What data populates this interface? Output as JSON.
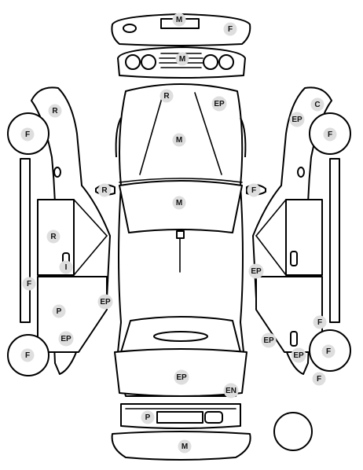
{
  "colors": {
    "line": "#000000",
    "badge": "#dedede",
    "badge_text": "#111111",
    "background": "#ffffff"
  },
  "markers": [
    {
      "label": "M"
    },
    {
      "label": "F"
    },
    {
      "label": "M"
    },
    {
      "label": "R"
    },
    {
      "label": "EP"
    },
    {
      "label": "M"
    },
    {
      "label": "R"
    },
    {
      "label": "F"
    },
    {
      "label": "M"
    },
    {
      "label": "R"
    },
    {
      "label": "F"
    },
    {
      "label": "R"
    },
    {
      "label": "I"
    },
    {
      "label": "F"
    },
    {
      "label": "P"
    },
    {
      "label": "EP"
    },
    {
      "label": "EP"
    },
    {
      "label": "F"
    },
    {
      "label": "C"
    },
    {
      "label": "EP"
    },
    {
      "label": "F"
    },
    {
      "label": "EP"
    },
    {
      "label": "F"
    },
    {
      "label": "EP"
    },
    {
      "label": "EP"
    },
    {
      "label": "F"
    },
    {
      "label": "F"
    },
    {
      "label": "EP"
    },
    {
      "label": "EN"
    },
    {
      "label": "P"
    },
    {
      "label": "M"
    }
  ]
}
